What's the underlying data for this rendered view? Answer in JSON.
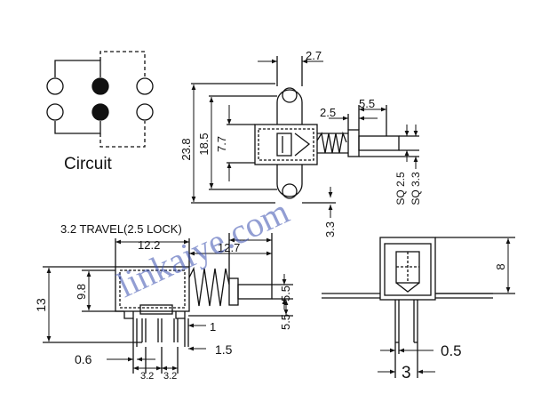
{
  "circuit": {
    "label": "Circuit"
  },
  "top_view": {
    "dims": {
      "d_2_7": "2.7",
      "d_23_8": "23.8",
      "d_18_5": "18.5",
      "d_7_7": "7.7",
      "d_2_5": "2.5",
      "d_5_5": "5.5",
      "d_sq25": "SQ 2.5",
      "d_sq33": "SQ 3.3",
      "d_3_3": "3.3"
    }
  },
  "side_view": {
    "travel": "3.2 TRAVEL(2.5 LOCK)",
    "dims": {
      "d_12_2": "12.2",
      "d_12_7": "12.7",
      "d_13": "13",
      "d_9_8": "9.8",
      "d_5_5a": "5.5",
      "d_5_5b": "5.5",
      "d_1": "1",
      "d_1_5": "1.5",
      "d_0_6": "0.6",
      "d_3_2a": "3.2",
      "d_3_2b": "3.2"
    }
  },
  "front_view": {
    "dims": {
      "d_8": "8",
      "d_0_5": "0.5",
      "d_3": "3"
    }
  },
  "watermark": {
    "text": "linkaiye.com"
  }
}
